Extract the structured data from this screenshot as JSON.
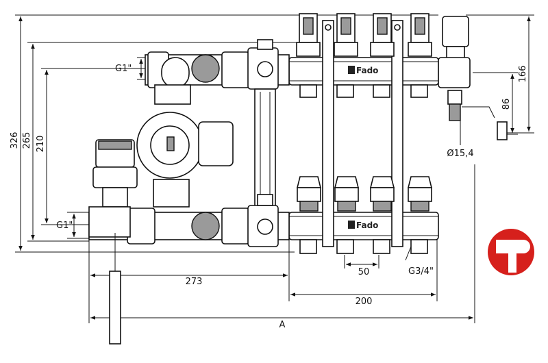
{
  "dimensions": {
    "d326": "326",
    "d265": "265",
    "d210": "210",
    "d166": "166",
    "d86": "86",
    "d273": "273",
    "d200": "200",
    "d50": "50",
    "dA": "A",
    "diam": "Ø15,4",
    "g1_top": "G1\"",
    "g1_bottom": "G1\"",
    "g3_4": "G3/4\""
  },
  "labels": {
    "brand_top": "Fado",
    "brand_bottom": "Fado"
  },
  "colors": {
    "logo_red": "#d6201c",
    "line": "#111111"
  },
  "icons": {
    "logo": "t-logo-icon"
  }
}
